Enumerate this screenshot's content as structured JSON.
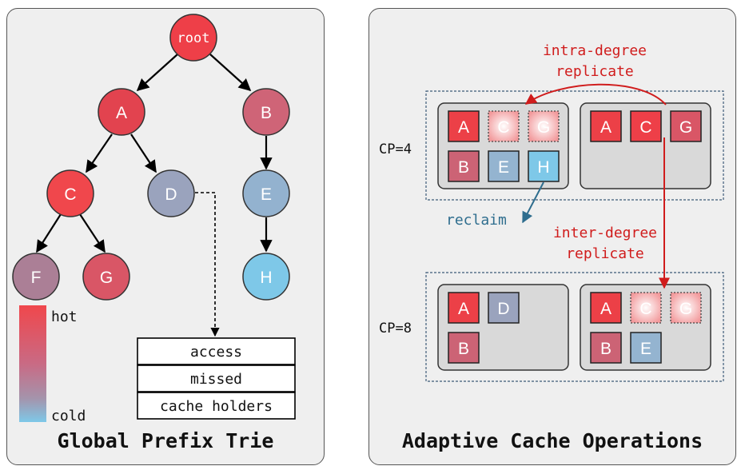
{
  "left": {
    "title": "Global Prefix Trie",
    "nodes": {
      "root": "root",
      "A": "A",
      "B": "B",
      "C": "C",
      "D": "D",
      "E": "E",
      "F": "F",
      "G": "G",
      "H": "H"
    },
    "legend": {
      "hot": "hot",
      "cold": "cold"
    },
    "info_box": [
      "access",
      "missed",
      "cache holders"
    ]
  },
  "right": {
    "title": "Adaptive Cache Operations",
    "cp4_label": "CP=4",
    "cp8_label": "CP=8",
    "intra_label_1": "intra-degree",
    "intra_label_2": "replicate",
    "inter_label_1": "inter-degree",
    "inter_label_2": "replicate",
    "reclaim_label": "reclaim",
    "cp4_group1": {
      "row1": [
        "A",
        "C",
        "G"
      ],
      "row2": [
        "B",
        "E",
        "H"
      ]
    },
    "cp4_group2": {
      "row1": [
        "A",
        "C",
        "G"
      ]
    },
    "cp8_group1": {
      "row1": [
        "A",
        "D"
      ],
      "row2": [
        "B"
      ]
    },
    "cp8_group2": {
      "row1": [
        "A",
        "C",
        "G"
      ],
      "row2": [
        "B",
        "E"
      ]
    }
  },
  "colors": {
    "hot": "#f0474c",
    "cold": "#7ec8e8",
    "red_arrow": "#d01c1c",
    "reclaim_blue": "#2e6d8e"
  }
}
